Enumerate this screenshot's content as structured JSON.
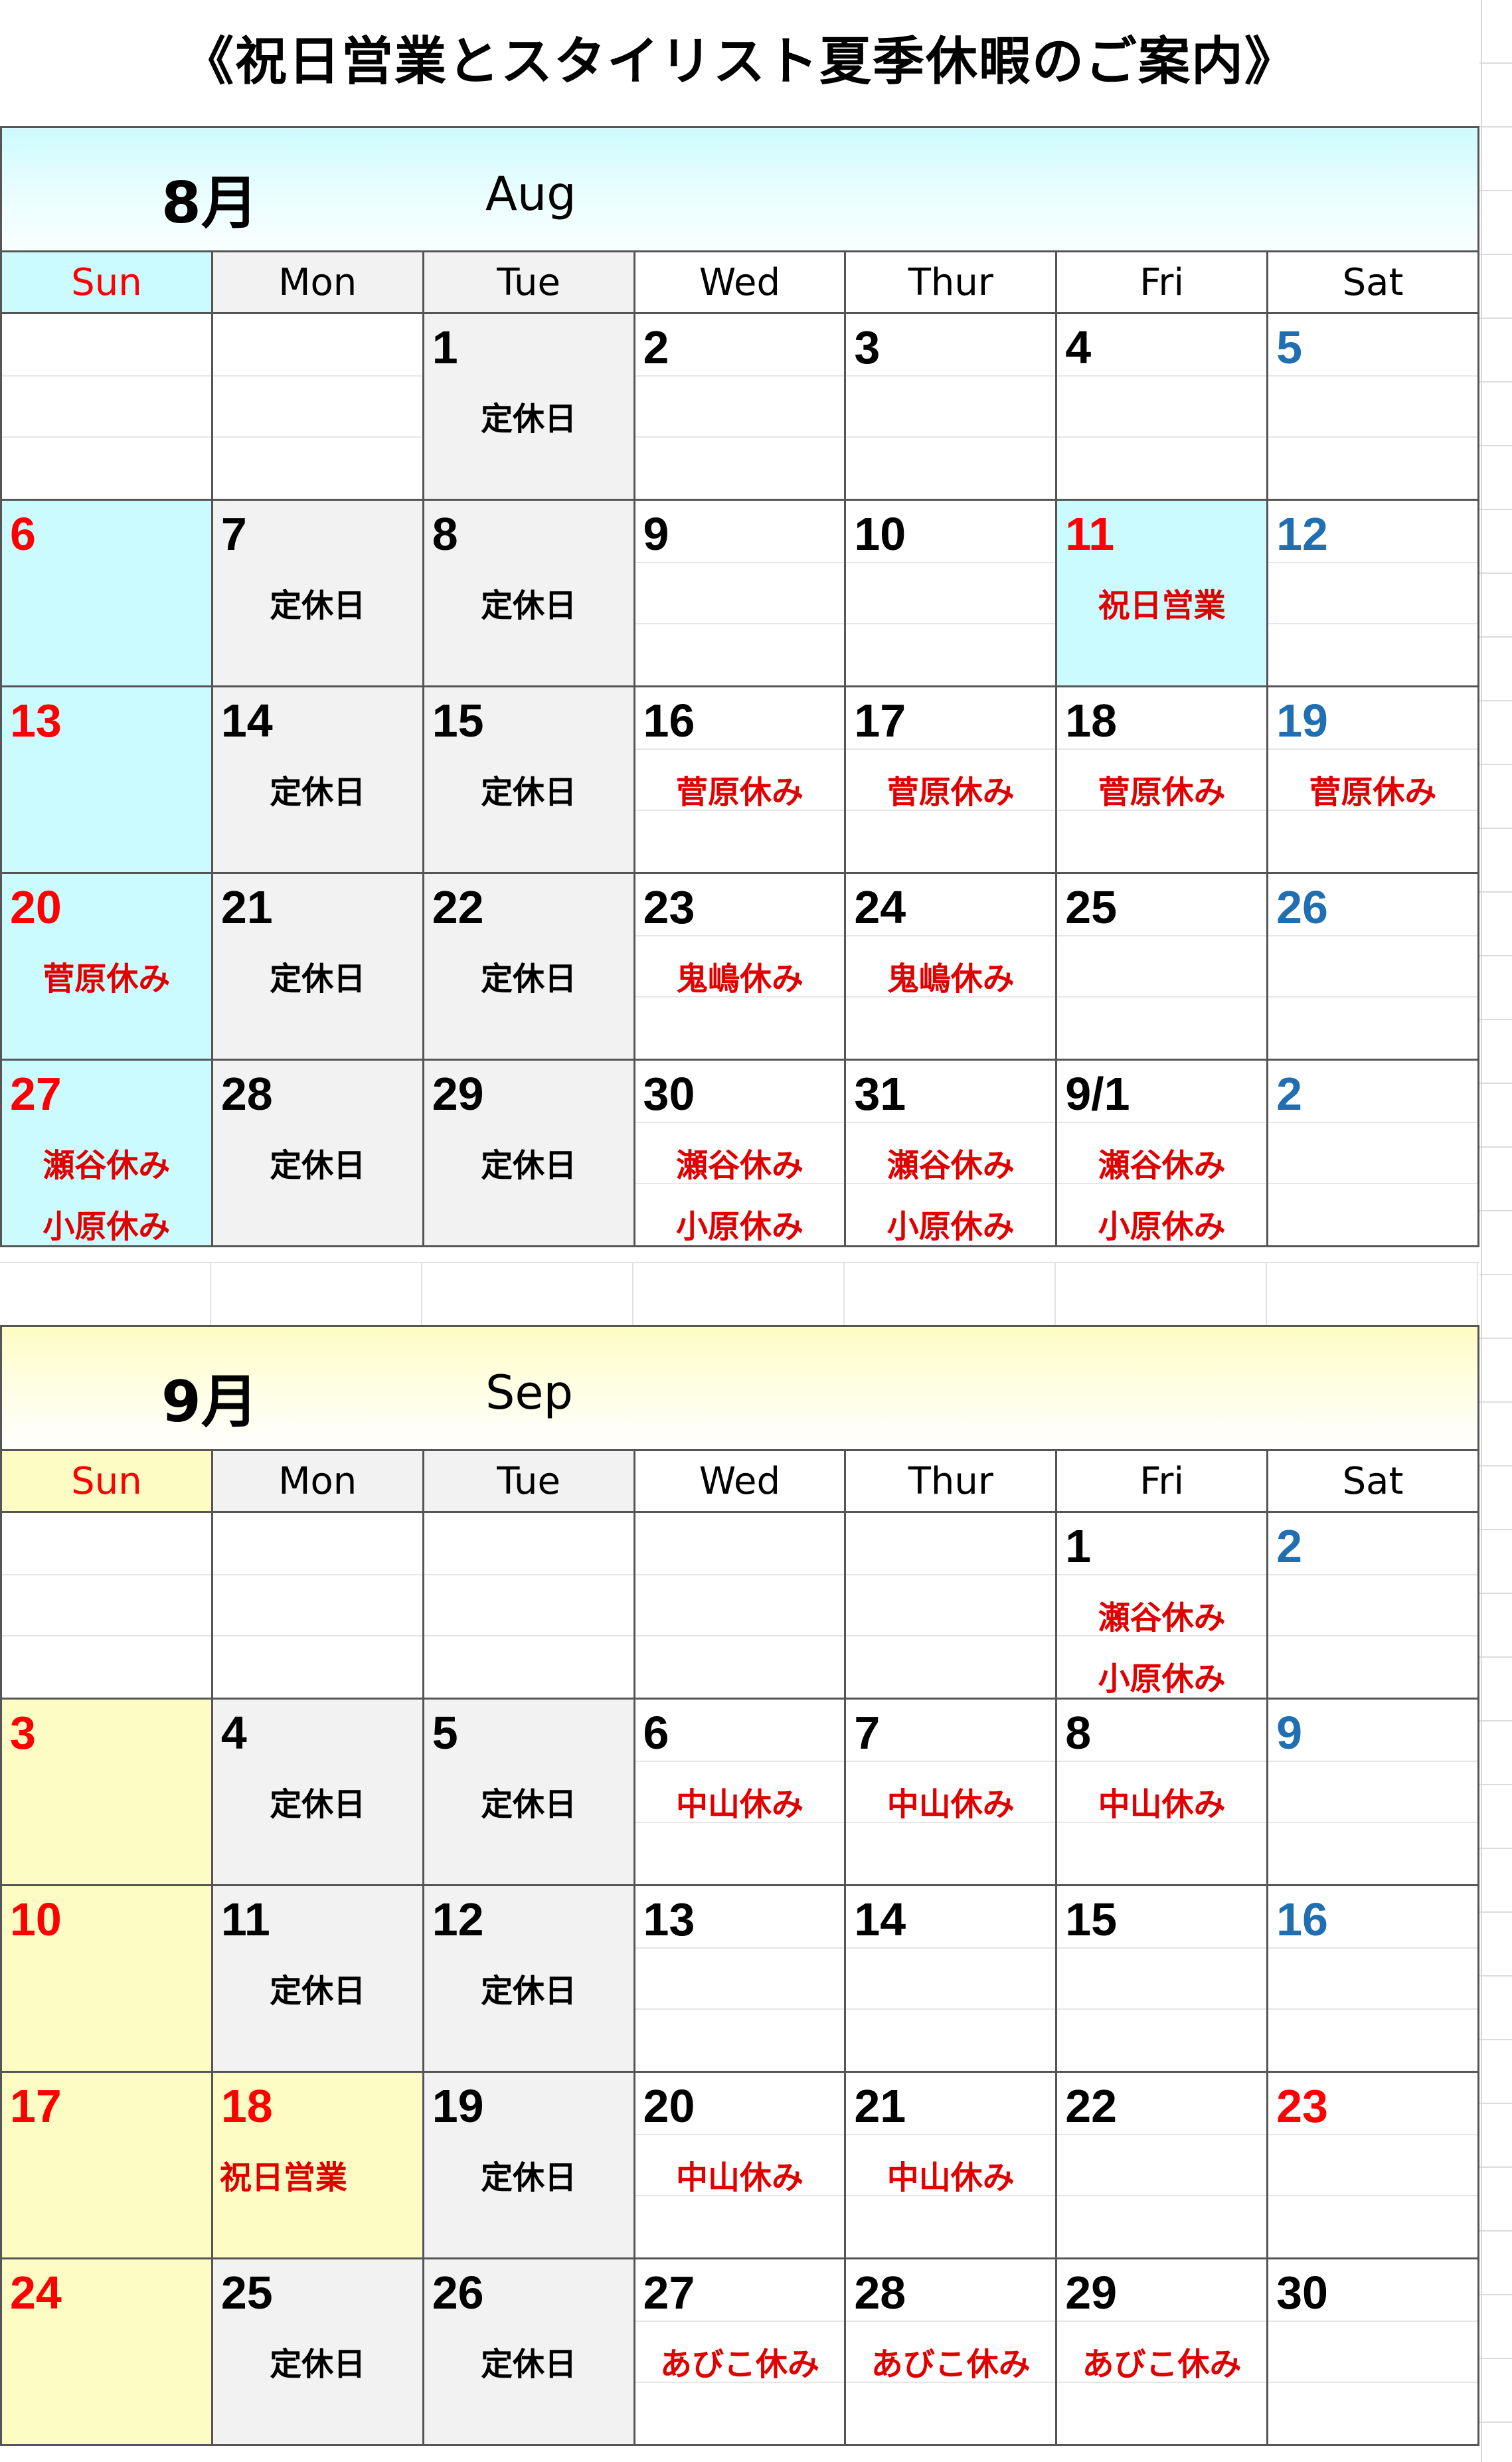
{
  "title": "《祝日営業とスタイリスト夏季休暇のご案内》",
  "colors": {
    "aug_accent": "#ccfbff",
    "sep_accent": "#fdfcc4",
    "closed_bg": "#f2f2f2",
    "sunday_holiday_red": "#ff0000",
    "saturday_blue": "#1f6fb2",
    "note_red": "#e00000"
  },
  "weekdays": [
    "Sun",
    "Mon",
    "Tue",
    "Wed",
    "Thur",
    "Fri",
    "Sat"
  ],
  "months": [
    {
      "jp": "8月",
      "en": "Aug",
      "weeks": [
        [
          {
            "day": "",
            "bg": "none",
            "color": "black",
            "notes": []
          },
          {
            "day": "",
            "bg": "none",
            "color": "black",
            "notes": []
          },
          {
            "day": "1",
            "bg": "gray",
            "color": "black",
            "notes": [
              {
                "text": "定休日",
                "style": "black"
              }
            ]
          },
          {
            "day": "2",
            "bg": "none",
            "color": "black",
            "notes": []
          },
          {
            "day": "3",
            "bg": "none",
            "color": "black",
            "notes": []
          },
          {
            "day": "4",
            "bg": "none",
            "color": "black",
            "notes": []
          },
          {
            "day": "5",
            "bg": "none",
            "color": "blue",
            "notes": []
          }
        ],
        [
          {
            "day": "6",
            "bg": "cyan",
            "color": "red",
            "notes": []
          },
          {
            "day": "7",
            "bg": "gray",
            "color": "black",
            "notes": [
              {
                "text": "定休日",
                "style": "black"
              }
            ]
          },
          {
            "day": "8",
            "bg": "gray",
            "color": "black",
            "notes": [
              {
                "text": "定休日",
                "style": "black"
              }
            ]
          },
          {
            "day": "9",
            "bg": "none",
            "color": "black",
            "notes": []
          },
          {
            "day": "10",
            "bg": "none",
            "color": "black",
            "notes": []
          },
          {
            "day": "11",
            "bg": "cyan",
            "color": "red",
            "notes": [
              {
                "text": "祝日営業",
                "style": "red"
              }
            ]
          },
          {
            "day": "12",
            "bg": "none",
            "color": "blue",
            "notes": []
          }
        ],
        [
          {
            "day": "13",
            "bg": "cyan",
            "color": "red",
            "notes": []
          },
          {
            "day": "14",
            "bg": "gray",
            "color": "black",
            "notes": [
              {
                "text": "定休日",
                "style": "black"
              }
            ]
          },
          {
            "day": "15",
            "bg": "gray",
            "color": "black",
            "notes": [
              {
                "text": "定休日",
                "style": "black"
              }
            ]
          },
          {
            "day": "16",
            "bg": "none",
            "color": "black",
            "notes": [
              {
                "text": "菅原休み",
                "style": "red"
              }
            ]
          },
          {
            "day": "17",
            "bg": "none",
            "color": "black",
            "notes": [
              {
                "text": "菅原休み",
                "style": "red"
              }
            ]
          },
          {
            "day": "18",
            "bg": "none",
            "color": "black",
            "notes": [
              {
                "text": "菅原休み",
                "style": "red"
              }
            ]
          },
          {
            "day": "19",
            "bg": "none",
            "color": "blue",
            "notes": [
              {
                "text": "菅原休み",
                "style": "red"
              }
            ]
          }
        ],
        [
          {
            "day": "20",
            "bg": "cyan",
            "color": "red",
            "notes": [
              {
                "text": "菅原休み",
                "style": "red"
              }
            ]
          },
          {
            "day": "21",
            "bg": "gray",
            "color": "black",
            "notes": [
              {
                "text": "定休日",
                "style": "black"
              }
            ]
          },
          {
            "day": "22",
            "bg": "gray",
            "color": "black",
            "notes": [
              {
                "text": "定休日",
                "style": "black"
              }
            ]
          },
          {
            "day": "23",
            "bg": "none",
            "color": "black",
            "notes": [
              {
                "text": "鬼嶋休み",
                "style": "red"
              }
            ]
          },
          {
            "day": "24",
            "bg": "none",
            "color": "black",
            "notes": [
              {
                "text": "鬼嶋休み",
                "style": "red"
              }
            ]
          },
          {
            "day": "25",
            "bg": "none",
            "color": "black",
            "notes": []
          },
          {
            "day": "26",
            "bg": "none",
            "color": "blue",
            "notes": []
          }
        ],
        [
          {
            "day": "27",
            "bg": "cyan",
            "color": "red",
            "notes": [
              {
                "text": "瀬谷休み",
                "style": "red"
              },
              {
                "text": "小原休み",
                "style": "red"
              }
            ]
          },
          {
            "day": "28",
            "bg": "gray",
            "color": "black",
            "notes": [
              {
                "text": "定休日",
                "style": "black"
              }
            ]
          },
          {
            "day": "29",
            "bg": "gray",
            "color": "black",
            "notes": [
              {
                "text": "定休日",
                "style": "black"
              }
            ]
          },
          {
            "day": "30",
            "bg": "none",
            "color": "black",
            "notes": [
              {
                "text": "瀬谷休み",
                "style": "red"
              },
              {
                "text": "小原休み",
                "style": "red"
              }
            ]
          },
          {
            "day": "31",
            "bg": "none",
            "color": "black",
            "notes": [
              {
                "text": "瀬谷休み",
                "style": "red"
              },
              {
                "text": "小原休み",
                "style": "red"
              }
            ]
          },
          {
            "day": "9/1",
            "bg": "none",
            "color": "black",
            "notes": [
              {
                "text": "瀬谷休み",
                "style": "red"
              },
              {
                "text": "小原休み",
                "style": "red"
              }
            ]
          },
          {
            "day": "2",
            "bg": "none",
            "color": "blue",
            "notes": []
          }
        ]
      ]
    },
    {
      "jp": "9月",
      "en": "Sep",
      "weeks": [
        [
          {
            "day": "",
            "bg": "none",
            "color": "black",
            "notes": []
          },
          {
            "day": "",
            "bg": "none",
            "color": "black",
            "notes": []
          },
          {
            "day": "",
            "bg": "none",
            "color": "black",
            "notes": []
          },
          {
            "day": "",
            "bg": "none",
            "color": "black",
            "notes": []
          },
          {
            "day": "",
            "bg": "none",
            "color": "black",
            "notes": []
          },
          {
            "day": "1",
            "bg": "none",
            "color": "black",
            "notes": [
              {
                "text": "瀬谷休み",
                "style": "red"
              },
              {
                "text": "小原休み",
                "style": "red"
              }
            ]
          },
          {
            "day": "2",
            "bg": "none",
            "color": "blue",
            "notes": []
          }
        ],
        [
          {
            "day": "3",
            "bg": "yellow",
            "color": "red",
            "notes": []
          },
          {
            "day": "4",
            "bg": "gray",
            "color": "black",
            "notes": [
              {
                "text": "定休日",
                "style": "black"
              }
            ]
          },
          {
            "day": "5",
            "bg": "gray",
            "color": "black",
            "notes": [
              {
                "text": "定休日",
                "style": "black"
              }
            ]
          },
          {
            "day": "6",
            "bg": "none",
            "color": "black",
            "notes": [
              {
                "text": "中山休み",
                "style": "red"
              }
            ]
          },
          {
            "day": "7",
            "bg": "none",
            "color": "black",
            "notes": [
              {
                "text": "中山休み",
                "style": "red"
              }
            ]
          },
          {
            "day": "8",
            "bg": "none",
            "color": "black",
            "notes": [
              {
                "text": "中山休み",
                "style": "red"
              }
            ]
          },
          {
            "day": "9",
            "bg": "none",
            "color": "blue",
            "notes": []
          }
        ],
        [
          {
            "day": "10",
            "bg": "yellow",
            "color": "red",
            "notes": []
          },
          {
            "day": "11",
            "bg": "gray",
            "color": "black",
            "notes": [
              {
                "text": "定休日",
                "style": "black"
              }
            ]
          },
          {
            "day": "12",
            "bg": "gray",
            "color": "black",
            "notes": [
              {
                "text": "定休日",
                "style": "black"
              }
            ]
          },
          {
            "day": "13",
            "bg": "none",
            "color": "black",
            "notes": []
          },
          {
            "day": "14",
            "bg": "none",
            "color": "black",
            "notes": []
          },
          {
            "day": "15",
            "bg": "none",
            "color": "black",
            "notes": []
          },
          {
            "day": "16",
            "bg": "none",
            "color": "blue",
            "notes": []
          }
        ],
        [
          {
            "day": "17",
            "bg": "yellow",
            "color": "red",
            "notes": []
          },
          {
            "day": "18",
            "bg": "yellow",
            "color": "red",
            "notes": [
              {
                "text": "祝日営業",
                "style": "red-left"
              }
            ]
          },
          {
            "day": "19",
            "bg": "gray",
            "color": "black",
            "notes": [
              {
                "text": "定休日",
                "style": "black"
              }
            ]
          },
          {
            "day": "20",
            "bg": "none",
            "color": "black",
            "notes": [
              {
                "text": "中山休み",
                "style": "red"
              }
            ]
          },
          {
            "day": "21",
            "bg": "none",
            "color": "black",
            "notes": [
              {
                "text": "中山休み",
                "style": "red"
              }
            ]
          },
          {
            "day": "22",
            "bg": "none",
            "color": "black",
            "notes": []
          },
          {
            "day": "23",
            "bg": "none",
            "color": "red",
            "notes": []
          }
        ],
        [
          {
            "day": "24",
            "bg": "yellow",
            "color": "red",
            "notes": []
          },
          {
            "day": "25",
            "bg": "gray",
            "color": "black",
            "notes": [
              {
                "text": "定休日",
                "style": "black"
              }
            ]
          },
          {
            "day": "26",
            "bg": "gray",
            "color": "black",
            "notes": [
              {
                "text": "定休日",
                "style": "black"
              }
            ]
          },
          {
            "day": "27",
            "bg": "none",
            "color": "black",
            "notes": [
              {
                "text": "あびこ休み",
                "style": "red"
              }
            ]
          },
          {
            "day": "28",
            "bg": "none",
            "color": "black",
            "notes": [
              {
                "text": "あびこ休み",
                "style": "red"
              }
            ]
          },
          {
            "day": "29",
            "bg": "none",
            "color": "black",
            "notes": [
              {
                "text": "あびこ休み",
                "style": "red"
              }
            ]
          },
          {
            "day": "30",
            "bg": "none",
            "color": "black",
            "notes": []
          }
        ]
      ]
    }
  ]
}
